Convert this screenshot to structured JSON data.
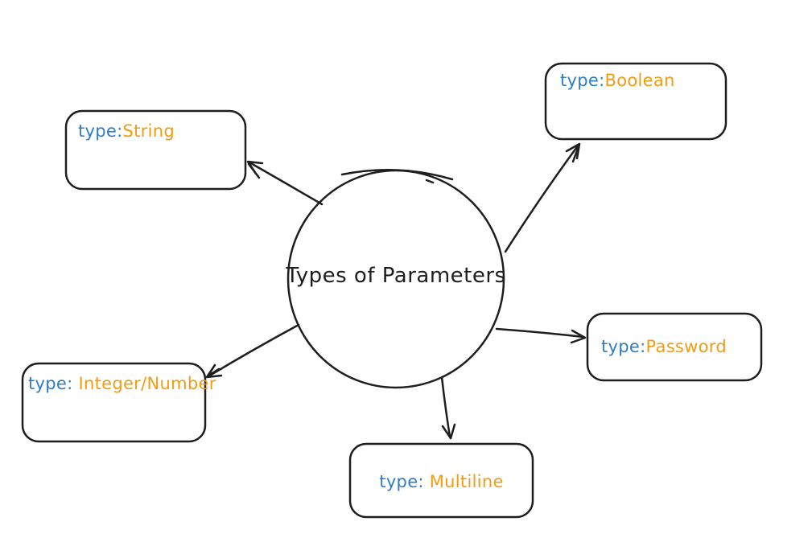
{
  "diagram": {
    "center_node": {
      "label": "Types of Parameters"
    },
    "nodes": [
      {
        "id": "string",
        "type_label": "type:",
        "value_label": "String"
      },
      {
        "id": "boolean",
        "type_label": "type:",
        "value_label": "Boolean"
      },
      {
        "id": "password",
        "type_label": "type:",
        "value_label": "Password"
      },
      {
        "id": "multiline",
        "type_label": "type: ",
        "value_label": "Multiline"
      },
      {
        "id": "integer_number",
        "type_label": "type: ",
        "value_label": "Integer/Number"
      }
    ],
    "colors": {
      "type_text": "#2f7dc4",
      "value_text": "#f39c12",
      "stroke": "#1e1e1e",
      "background": "#ffffff"
    }
  }
}
